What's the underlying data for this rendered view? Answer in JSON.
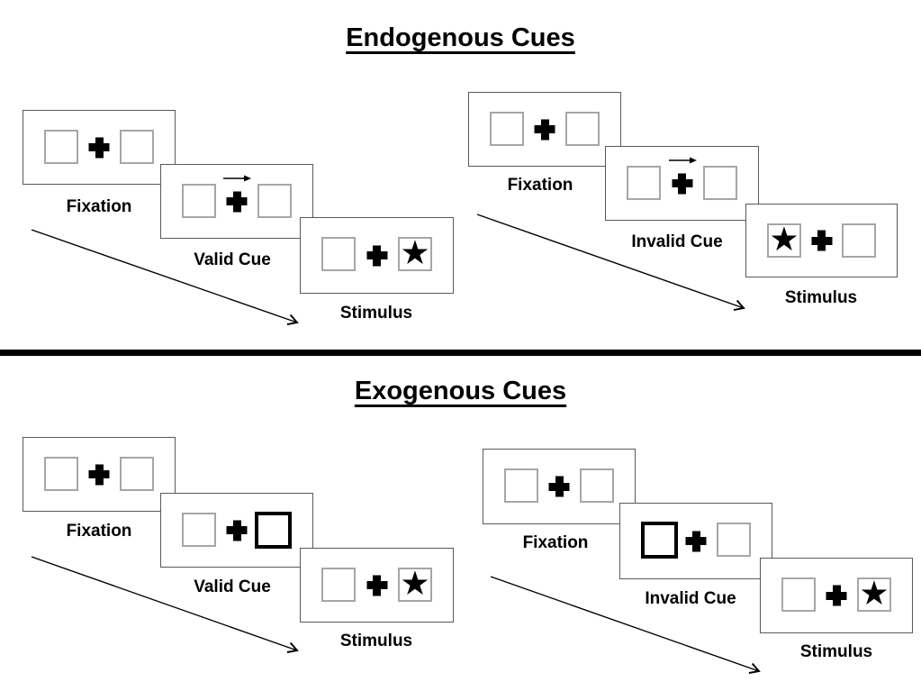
{
  "sections": [
    {
      "title": "Endogenous Cues",
      "trials": [
        {
          "name": "valid",
          "steps": [
            "Fixation",
            "Valid Cue",
            "Stimulus"
          ],
          "cue_type": "central-arrow-right",
          "target_location": "right"
        },
        {
          "name": "invalid",
          "steps": [
            "Fixation",
            "Invalid Cue",
            "Stimulus"
          ],
          "cue_type": "central-arrow-right",
          "target_location": "left"
        }
      ]
    },
    {
      "title": "Exogenous Cues",
      "trials": [
        {
          "name": "valid",
          "steps": [
            "Fixation",
            "Valid Cue",
            "Stimulus"
          ],
          "cue_type": "peripheral-box-right",
          "target_location": "right"
        },
        {
          "name": "invalid",
          "steps": [
            "Fixation",
            "Invalid Cue",
            "Stimulus"
          ],
          "cue_type": "peripheral-box-left",
          "target_location": "right"
        }
      ]
    }
  ],
  "glyphs": {
    "star": "★"
  },
  "colors": {
    "ink": "#000000",
    "panel_border": "#595959",
    "placeholder_box_border": "#a6a6a6",
    "cue_box_border": "#000000"
  }
}
